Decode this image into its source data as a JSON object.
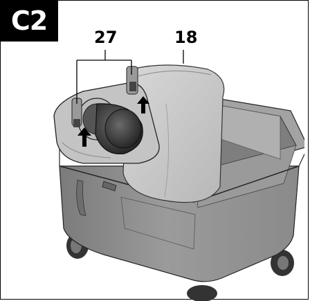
{
  "figure": {
    "badge_label": "C2",
    "callouts": [
      {
        "id": "27",
        "label": "27"
      },
      {
        "id": "18",
        "label": "18"
      }
    ]
  },
  "colors": {
    "badge_bg": "#000000",
    "bin_body": "#8e8e8e",
    "bag": "#c9c9c9",
    "lid_light": "#bdbdbd",
    "connector": "#3a3a3a"
  }
}
